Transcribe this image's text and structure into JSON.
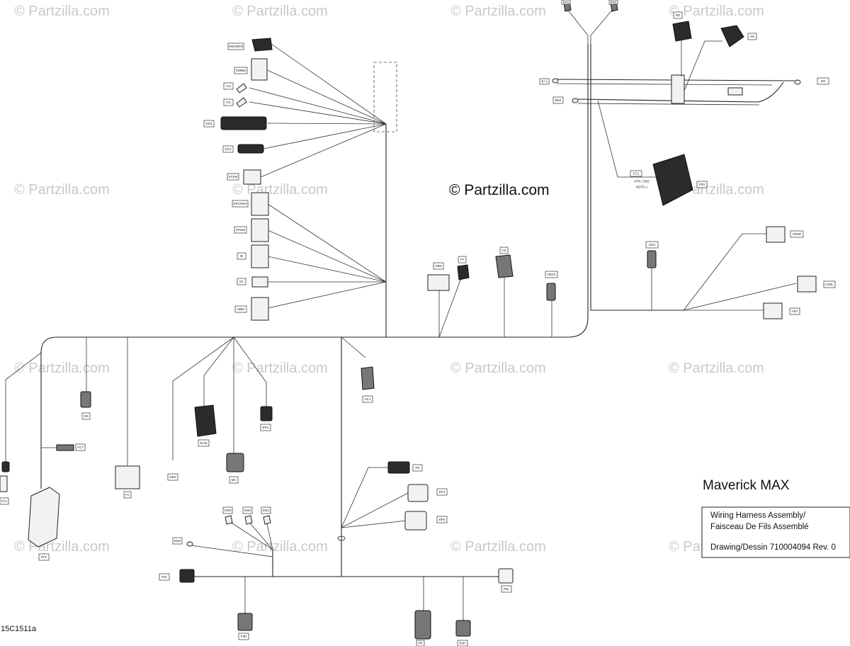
{
  "copyright": "© Partzilla.com",
  "watermark": "© Partzilla.com",
  "model": "Maverick MAX",
  "title_block": {
    "line1": "Wiring Harness Assembly/",
    "line2": "Faisceau De Fils Assemblé",
    "drawing": "Drawing/Dessin 710004094 Rev. 0"
  },
  "drawing_code": "15C1511a",
  "connector_labels": {
    "sway_top": "SWAWFD",
    "sw_b": "SWBW",
    "iv2": "IV2",
    "iv1": "IV1",
    "dc5": "DC5",
    "dc3": "DC3",
    "stsw": "STSW",
    "dp_sw": "DP1SWH",
    "xp_sw": "XPSW",
    "id": "ID",
    "sc": "SC",
    "hbm": "HBM",
    "bn1": "BN1",
    "bn2": "BN2",
    "rd": "RD",
    "ss": "SS",
    "b1": "B+1",
    "m2": "M2",
    "bn4": "BN4",
    "fr2": "FR2",
    "fr_note": "VFR / SEE",
    "fr_note2": "NOTE A",
    "obs": "OBS",
    "ft": "FT",
    "cs": "CS",
    "hd2s": "HD2S",
    "hd4": "HD4",
    "hd5r": "HD5R",
    "hd5l": "HD5L",
    "hd7": "HD7",
    "hc1": "HC1",
    "dd": "DD",
    "fc": "FC",
    "ecm": "ECM",
    "mc": "MC",
    "eps": "EPS",
    "rbs": "RBS",
    "fc7": "FC7",
    "fc1": "FC1",
    "pf1": "PF1",
    "fr": "FR",
    "dp1": "DP1",
    "dp2": "DP2",
    "sw3": "SW3",
    "sw2": "SW2",
    "sw1": "SW1",
    "sw4": "SW4",
    "p3l": "P3L",
    "p5l": "P5L",
    "p3r": "P3R",
    "pr": "PR",
    "r4h": "R4H"
  }
}
